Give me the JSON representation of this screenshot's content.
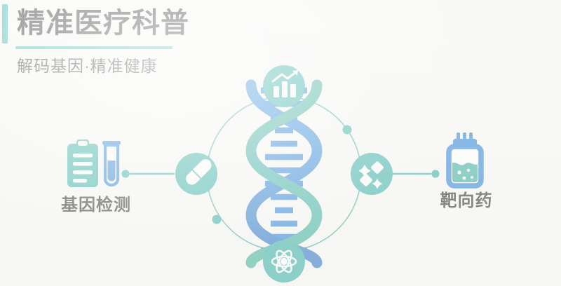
{
  "header": {
    "title": "精准医疗科普",
    "subtitle": "解码基因·精准健康",
    "accent_color": "#27b3ad",
    "rule_color": "#2fb6ae",
    "title_color": "#141414"
  },
  "palette": {
    "background": "#f8f8f6",
    "teal": "#21a99f",
    "teal_light": "#2fb6ae",
    "blue": "#1878d4",
    "blue_dark": "#1366c0",
    "helix_green": "#2aa89a",
    "white": "#ffffff",
    "label_text": "#141414"
  },
  "center": {
    "ring": {
      "name": "orbit-ring",
      "color": "#2aa89a",
      "radius": 110,
      "dots": [
        {
          "name": "ring-dot-upper-right",
          "angle_deg": -35,
          "color": "#21a99f"
        },
        {
          "name": "ring-dot-lower-left",
          "angle_deg": 145,
          "color": "#21a99f"
        }
      ]
    },
    "helix": {
      "name": "dna-double-helix",
      "strand_a_color": "#1878d4",
      "strand_b_color": "#2aa89a",
      "rung_color": "#1878d4",
      "rung_count": 13
    },
    "nodes": [
      {
        "id": "top",
        "icon": "bar-chart-growth-icon",
        "label": "",
        "position": "top",
        "circle_color": "#21a99f"
      },
      {
        "id": "right",
        "icon": "molecule-diamonds-icon",
        "label": "",
        "position": "right",
        "circle_color": "#21a99f"
      },
      {
        "id": "bottom",
        "icon": "atom-icon",
        "label": "",
        "position": "bottom",
        "circle_color": "#21a99f"
      },
      {
        "id": "left",
        "icon": "capsule-pill-icon",
        "label": "",
        "position": "left",
        "circle_color": "#21a99f"
      }
    ]
  },
  "side_items": [
    {
      "id": "gene-test",
      "label": "基因检测",
      "icon": "clipboard-test-tube-icon",
      "clipboard_color": "#21a99f",
      "tube_color": "#1878d4",
      "side": "left"
    },
    {
      "id": "targeted-drug",
      "label": "靶向药",
      "icon": "pill-bottle-icon",
      "bottle_color": "#1878d4",
      "liquid_color": "#2aa89a",
      "side": "right"
    }
  ],
  "connectors": [
    {
      "name": "connector-left",
      "dot_color": "#21a99f",
      "line_color": "#21a99f"
    },
    {
      "name": "connector-right",
      "dot_color": "#21a99f",
      "line_color": "#21a99f"
    }
  ]
}
